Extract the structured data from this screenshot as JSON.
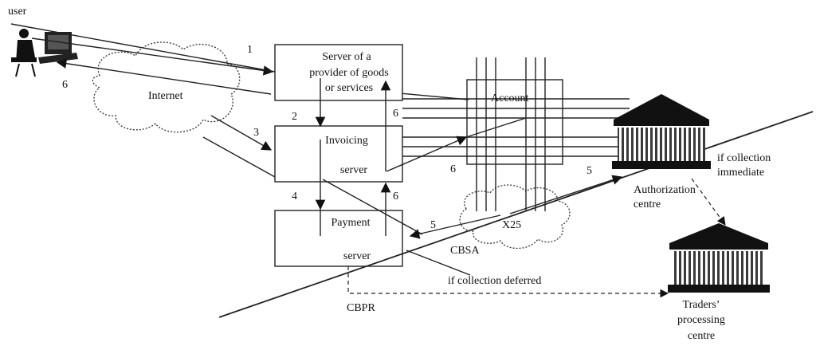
{
  "labels": {
    "user": "user",
    "internet": "Internet",
    "x25": "X25",
    "server_provider": [
      "Server of a",
      "provider of goods",
      "or services"
    ],
    "invoicing_server": [
      "Invoicing",
      "server"
    ],
    "payment_server": [
      "Payment",
      "server"
    ],
    "account": "Account",
    "authorization_centre": [
      "Authorization",
      "centre"
    ],
    "traders_centre": [
      "Traders’",
      "processing",
      "centre"
    ],
    "cbsa": "CBSA",
    "cbpr": "CBPR",
    "collection_deferred": "if collection deferred",
    "collection_immediate": [
      "if collection",
      "immediate"
    ]
  },
  "step_numbers": {
    "s1": "1",
    "s2": "2",
    "s3": "3",
    "s4": "4",
    "s5a": "5",
    "s5b": "5",
    "s6a": "6",
    "s6b": "6",
    "s6c": "6",
    "s6d": "6"
  },
  "colors": {
    "ink": "#222222",
    "paper": "#ffffff",
    "hatch": "#cfcfcf"
  }
}
